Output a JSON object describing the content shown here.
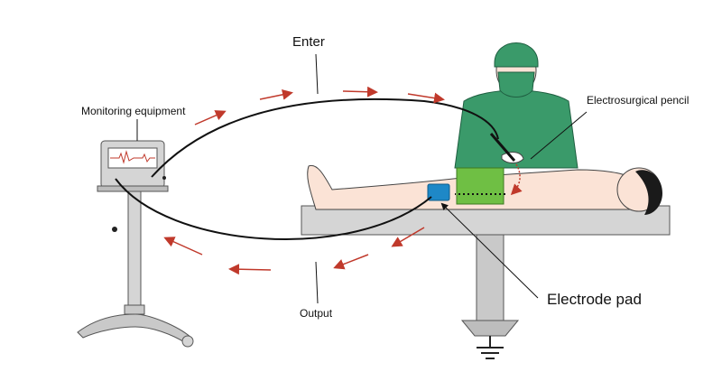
{
  "labels": {
    "enter": "Enter",
    "monitoring": "Monitoring equipment",
    "pencil": "Electrosurgical pencil",
    "output": "Output",
    "pad": "Electrode pad"
  },
  "colors": {
    "arrow": "#c0392b",
    "gown": "#3a9a6a",
    "drape": "#6fbf44",
    "pad": "#1e88c7",
    "skin": "#fbe3d6",
    "table": "#d5d5d5"
  },
  "icons": [
    "monitor-icon",
    "electrosurgical-pencil-icon",
    "electrode-pad-icon",
    "ground-icon",
    "flow-arrow-icon"
  ]
}
